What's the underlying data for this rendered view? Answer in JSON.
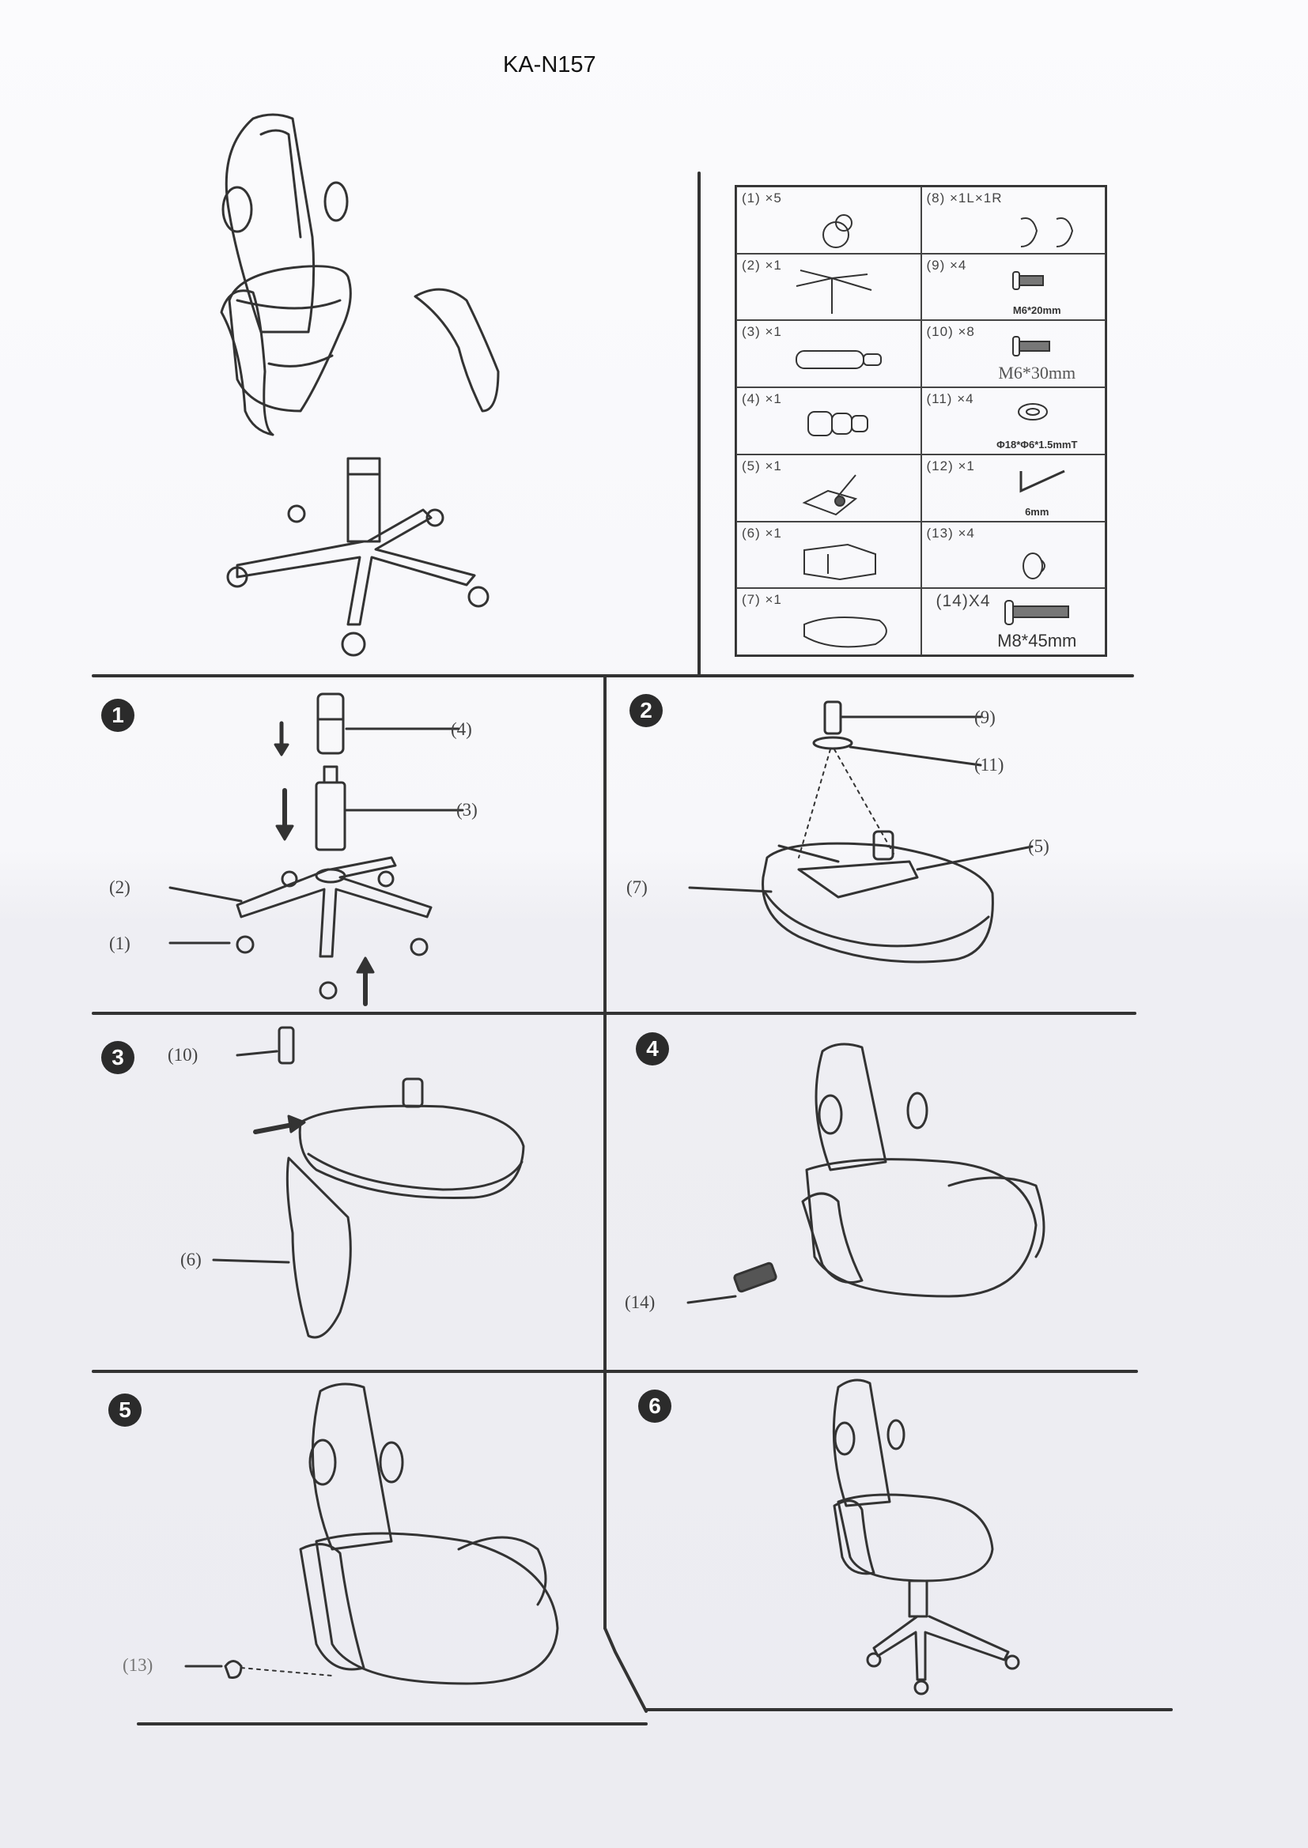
{
  "title": "KA-N157",
  "parts": [
    {
      "label": "(1) ×5",
      "spec": ""
    },
    {
      "label": "(8) ×1L×1R",
      "spec": ""
    },
    {
      "label": "(2) ×1",
      "spec": ""
    },
    {
      "label": "(9) ×4",
      "spec": "M6*20mm"
    },
    {
      "label": "(3) ×1",
      "spec": ""
    },
    {
      "label": "(10) ×8",
      "spec": "M6*30mm"
    },
    {
      "label": "(4) ×1",
      "spec": ""
    },
    {
      "label": "(11) ×4",
      "spec": "Φ18*Φ6*1.5mmT"
    },
    {
      "label": "(5) ×1",
      "spec": ""
    },
    {
      "label": "(12) ×1",
      "spec": "6mm"
    },
    {
      "label": "(6) ×1",
      "spec": ""
    },
    {
      "label": "(13) ×4",
      "spec": ""
    },
    {
      "label": "(7) ×1",
      "spec": ""
    },
    {
      "label": "(14)X4",
      "spec": "M8*45mm"
    }
  ],
  "steps": [
    {
      "number": "1",
      "callouts": [
        "(4)",
        "(3)",
        "(2)",
        "(1)"
      ]
    },
    {
      "number": "2",
      "callouts": [
        "(9)",
        "(11)",
        "(5)",
        "(7)"
      ]
    },
    {
      "number": "3",
      "callouts": [
        "(10)",
        "(6)"
      ]
    },
    {
      "number": "4",
      "callouts": [
        "(14)"
      ]
    },
    {
      "number": "5",
      "callouts": [
        "(13)"
      ]
    },
    {
      "number": "6",
      "callouts": []
    }
  ]
}
